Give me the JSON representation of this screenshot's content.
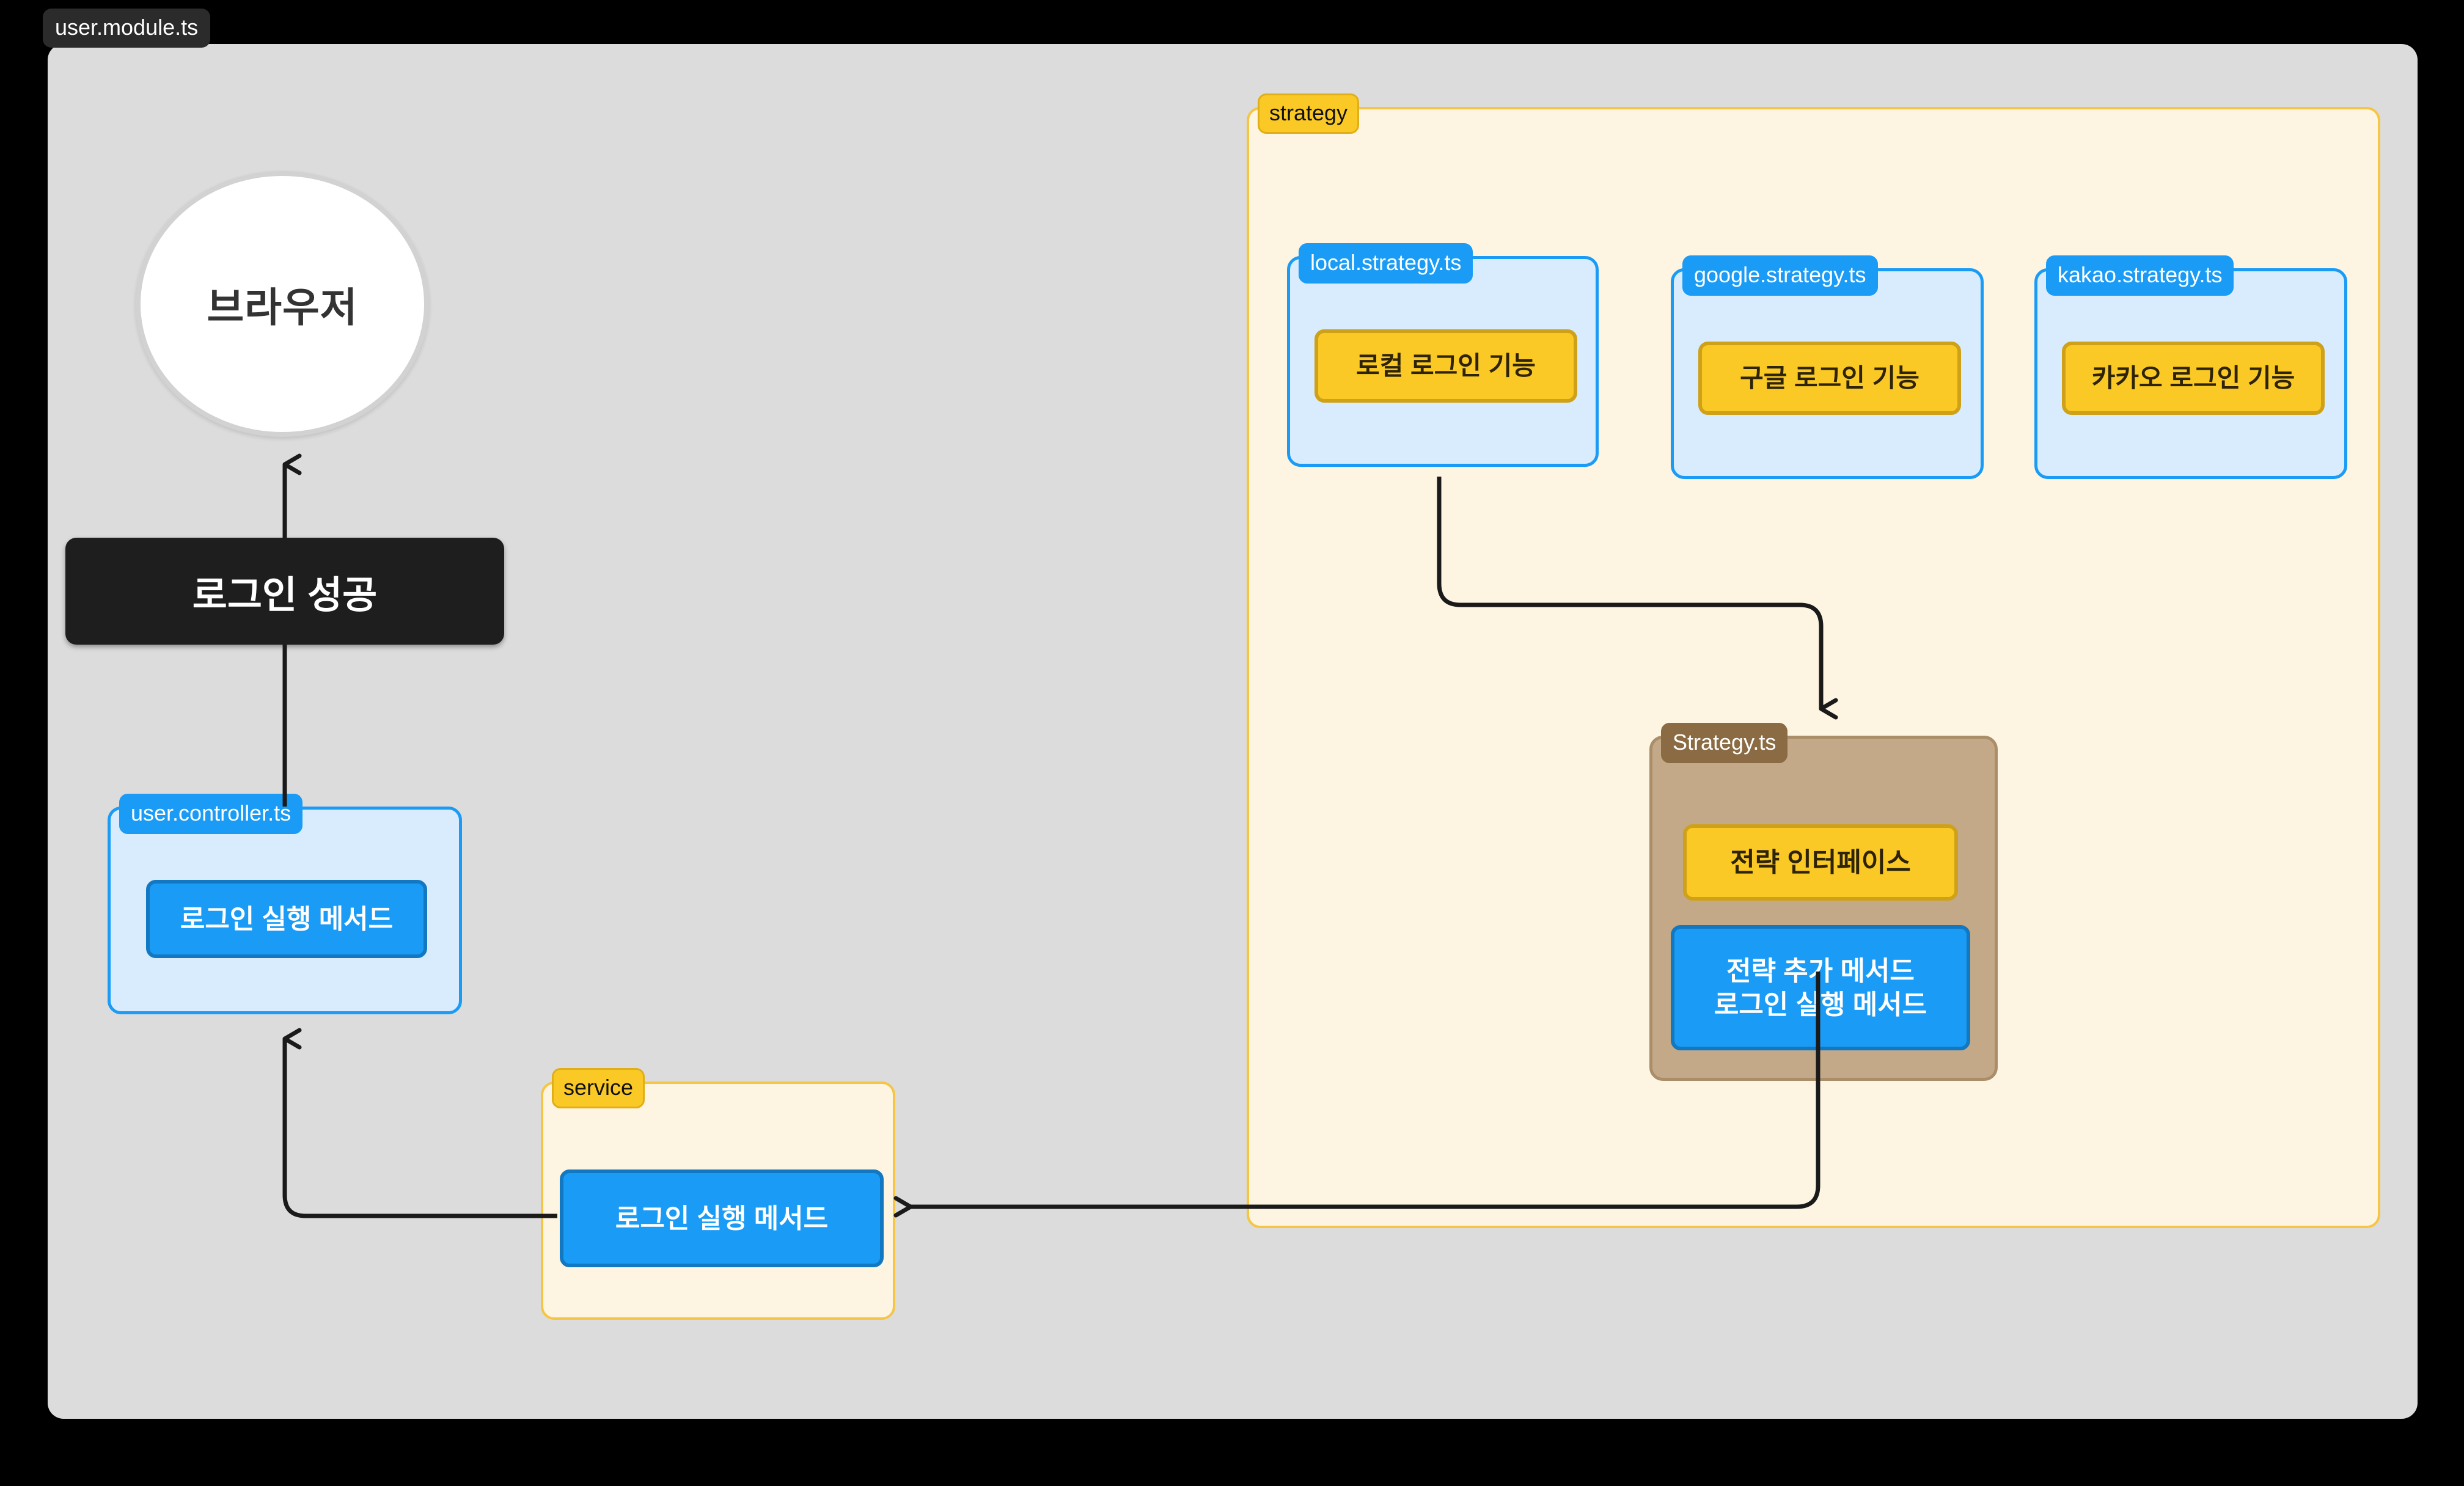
{
  "module": {
    "badge_label": "user.module.ts"
  },
  "browser": {
    "label": "브라우저"
  },
  "login_success": {
    "label": "로그인 성공"
  },
  "controller": {
    "badge_label": "user.controller.ts",
    "method_label": "로그인 실행 메서드"
  },
  "service": {
    "badge_label": "service",
    "method_label": "로그인 실행 메서드"
  },
  "strategy_group": {
    "badge_label": "strategy",
    "files": [
      {
        "badge_label": "local.strategy.ts",
        "feature_label": "로컬 로그인 기능"
      },
      {
        "badge_label": "google.strategy.ts",
        "feature_label": "구글 로그인 기능"
      },
      {
        "badge_label": "kakao.strategy.ts",
        "feature_label": "카카오 로그인 기능"
      }
    ],
    "interface_file": {
      "badge_label": "Strategy.ts",
      "interface_label": "전략 인터페이스",
      "methods_line1": "전략 추가 메서드",
      "methods_line2": "로그인 실행 메서드"
    }
  },
  "colors": {
    "page_background": "#000000",
    "canvas": "#dcdcdc",
    "blue_accent": "#1a9bf5",
    "blue_border_dark": "#1278c2",
    "blue_fill_light": "#d8ecfd",
    "yellow_accent": "#fbc926",
    "yellow_border_dark": "#cfa119",
    "cream_fill": "#fdf5e1",
    "cream_border": "#f5c543",
    "brown_fill": "#c3a988",
    "brown_border": "#a98e69",
    "brown_badge": "#8a6b43",
    "dark_box": "#1e1e1e",
    "connector": "#1a1a1a"
  }
}
